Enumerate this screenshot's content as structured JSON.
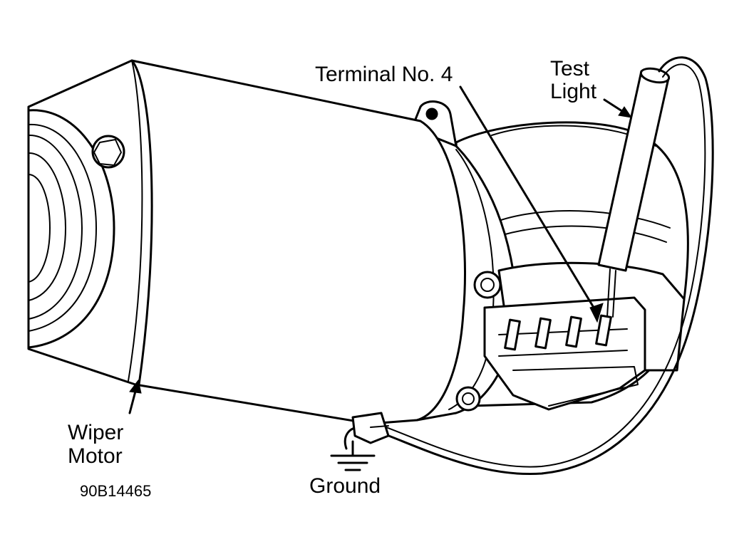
{
  "labels": {
    "terminal": "Terminal No. 4",
    "test_light_line1": "Test",
    "test_light_line2": "Light",
    "wiper_motor_line1": "Wiper",
    "wiper_motor_line2": "Motor",
    "ground": "Ground",
    "figure_code": "90B14465"
  }
}
